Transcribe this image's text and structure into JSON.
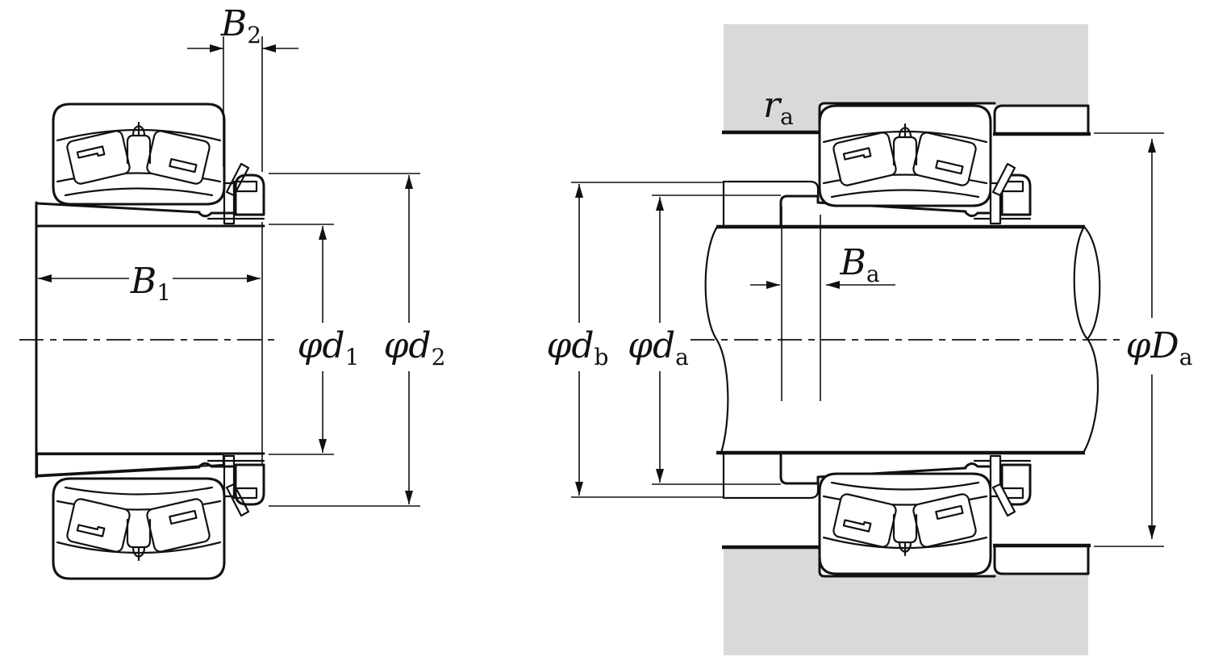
{
  "diagram": {
    "left_view": {
      "labels": {
        "b2": {
          "main": "B",
          "sub": "2"
        },
        "b1": {
          "main": "B",
          "sub": "1"
        },
        "d1": {
          "main": "φd",
          "sub": "1"
        },
        "d2": {
          "main": "φd",
          "sub": "2"
        }
      }
    },
    "right_view": {
      "labels": {
        "ra": {
          "main": "r",
          "sub": "a"
        },
        "ba": {
          "main": "B",
          "sub": "a"
        },
        "db": {
          "main": "φd",
          "sub": "b"
        },
        "da": {
          "main": "φd",
          "sub": "a"
        },
        "Da": {
          "main": "φD",
          "sub": "a"
        }
      }
    },
    "colors": {
      "housing_gray": "#d9d9d9",
      "section_gray": "#b6b6b6",
      "line": "#111111",
      "background": "#ffffff"
    }
  }
}
